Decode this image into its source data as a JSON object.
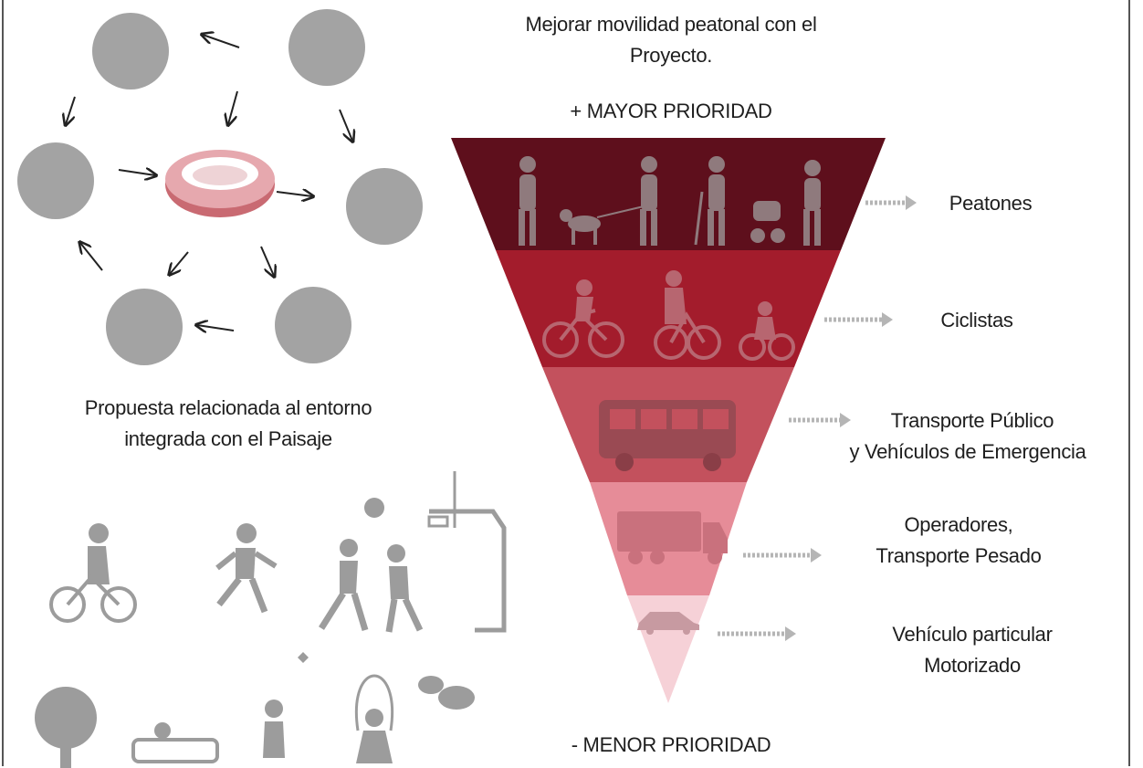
{
  "title": {
    "line1": "Mejorar movilidad peatonal con el",
    "line2": "Proyecto."
  },
  "priority": {
    "top": "+ MAYOR PRIORIDAD",
    "bottom": "- MENOR PRIORIDAD"
  },
  "pyramid_levels": [
    {
      "label_line1": "Peatones",
      "label_line2": "",
      "color": "#5e0f1c"
    },
    {
      "label_line1": "Ciclistas",
      "label_line2": "",
      "color": "#a31c2c"
    },
    {
      "label_line1": "Transporte Público",
      "label_line2": "y Vehículos de Emergencia",
      "color": "#c3515d"
    },
    {
      "label_line1": "Operadores,",
      "label_line2": "Transporte Pesado",
      "color": "#e68c98"
    },
    {
      "label_line1": "Vehículo particular",
      "label_line2": "Motorizado",
      "color": "#f6d1d7"
    }
  ],
  "left_panel": {
    "caption_line1": "Propuesta relacionada al entorno",
    "caption_line2": "integrada con el Paisaje"
  },
  "colors": {
    "circle": "#a3a3a3",
    "icon": "#9c9c9c",
    "arrow": "#222222"
  }
}
